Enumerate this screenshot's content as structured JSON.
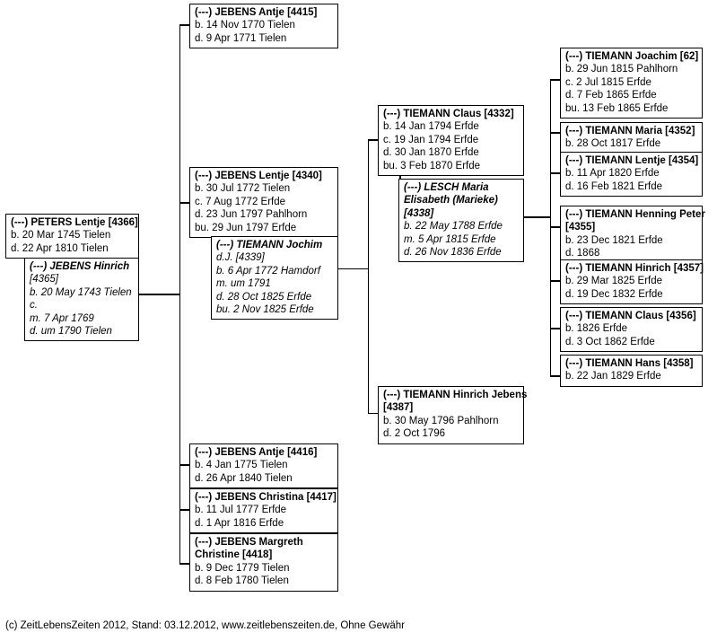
{
  "document": {
    "title": "Genealogy descendant chart",
    "footer": "(c) ZeitLebensZeiten 2012, Stand: 03.12.2012, www.zeitlebenszeiten.de, Ohne Gewähr"
  },
  "people": {
    "peters_lentje": {
      "name": "(---) PETERS Lentje [4366]",
      "lines": [
        "b. 20 Mar 1745 Tielen",
        "d. 22 Apr 1810 Tielen"
      ]
    },
    "jebens_hinrich": {
      "name": "(---) JEBENS Hinrich",
      "lines": [
        "[4365]",
        "b. 20 May 1743 Tielen",
        "c.",
        "m. 7 Apr 1769",
        "d. um 1790 Tielen"
      ]
    },
    "jebens_antje_4415": {
      "name": "(---) JEBENS Antje [4415]",
      "lines": [
        "b. 14 Nov 1770 Tielen",
        "d. 9 Apr 1771 Tielen"
      ]
    },
    "jebens_lentje_4340": {
      "name": "(---) JEBENS Lentje [4340]",
      "lines": [
        "b. 30 Jul 1772 Tielen",
        "c. 7 Aug 1772 Erfde",
        "d. 23 Jun 1797 Pahlhorn",
        "bu. 29 Jun 1797 Erfde"
      ]
    },
    "tiemann_jochim": {
      "name": "(---) TIEMANN Jochim",
      "lines": [
        "d.J. [4339]",
        "b. 6 Apr 1772 Hamdorf",
        "m. um 1791",
        "d. 28 Oct 1825 Erfde",
        "bu. 2 Nov 1825 Erfde"
      ]
    },
    "jebens_antje_4416": {
      "name": "(---) JEBENS Antje [4416]",
      "lines": [
        "b. 4 Jan 1775 Tielen",
        "d. 26 Apr 1840 Tielen"
      ]
    },
    "jebens_christina_4417": {
      "name": "(---) JEBENS Christina [4417]",
      "lines": [
        "b. 11 Jul 1777 Erfde",
        "d. 1 Apr 1816 Erfde"
      ]
    },
    "jebens_margreth_4418": {
      "name": "(---) JEBENS Margreth",
      "lines": [
        "Christine [4418]",
        "b. 9 Dec 1779 Tielen",
        "d. 8 Feb 1780 Tielen"
      ]
    },
    "tiemann_claus_4332": {
      "name": "(---) TIEMANN Claus [4332]",
      "lines": [
        "b. 14 Jan 1794 Erfde",
        "c. 19 Jan 1794 Erfde",
        "d. 30 Jan 1870 Erfde",
        "bu. 3 Feb 1870 Erfde"
      ]
    },
    "lesch_maria": {
      "name": "(---) LESCH Maria",
      "lines": [
        "Elisabeth (Marieke)",
        "[4338]",
        "b. 22 May 1788 Erfde",
        "m. 5 Apr 1815 Erfde",
        "d. 26 Nov 1836 Erfde"
      ]
    },
    "tiemann_hinrich_jebens_4387": {
      "name": "(---) TIEMANN Hinrich Jebens",
      "lines": [
        "[4387]",
        "b. 30 May 1796 Pahlhorn",
        "d. 2 Oct 1796"
      ]
    },
    "tiemann_joachim_62": {
      "name": "(---) TIEMANN Joachim [62]",
      "lines": [
        "b. 29 Jun 1815 Pahlhorn",
        "c. 2 Jul 1815 Erfde",
        "d. 7 Feb 1865 Erfde",
        "bu. 13 Feb 1865 Erfde"
      ]
    },
    "tiemann_maria_4352": {
      "name": "(---) TIEMANN Maria [4352]",
      "lines": [
        "b. 28 Oct 1817 Erfde"
      ]
    },
    "tiemann_lentje_4354": {
      "name": "(---) TIEMANN Lentje [4354]",
      "lines": [
        "b. 11 Apr 1820 Erfde",
        "d. 16 Feb 1821 Erfde"
      ]
    },
    "tiemann_henning_peter_4355": {
      "name": "(---) TIEMANN Henning Peter",
      "lines": [
        "[4355]",
        "b. 23 Dec 1821 Erfde",
        "d. 1868"
      ]
    },
    "tiemann_hinrich_4357": {
      "name": "(---) TIEMANN Hinrich [4357]",
      "lines": [
        "b. 29 Mar 1825 Erfde",
        "d. 19 Dec 1832 Erfde"
      ]
    },
    "tiemann_claus_4356": {
      "name": "(---) TIEMANN Claus [4356]",
      "lines": [
        "b. 1826 Erfde",
        "d. 3 Oct 1862 Erfde"
      ]
    },
    "tiemann_hans_4358": {
      "name": "(---) TIEMANN Hans [4358]",
      "lines": [
        "b. 22 Jan 1829 Erfde"
      ]
    }
  }
}
